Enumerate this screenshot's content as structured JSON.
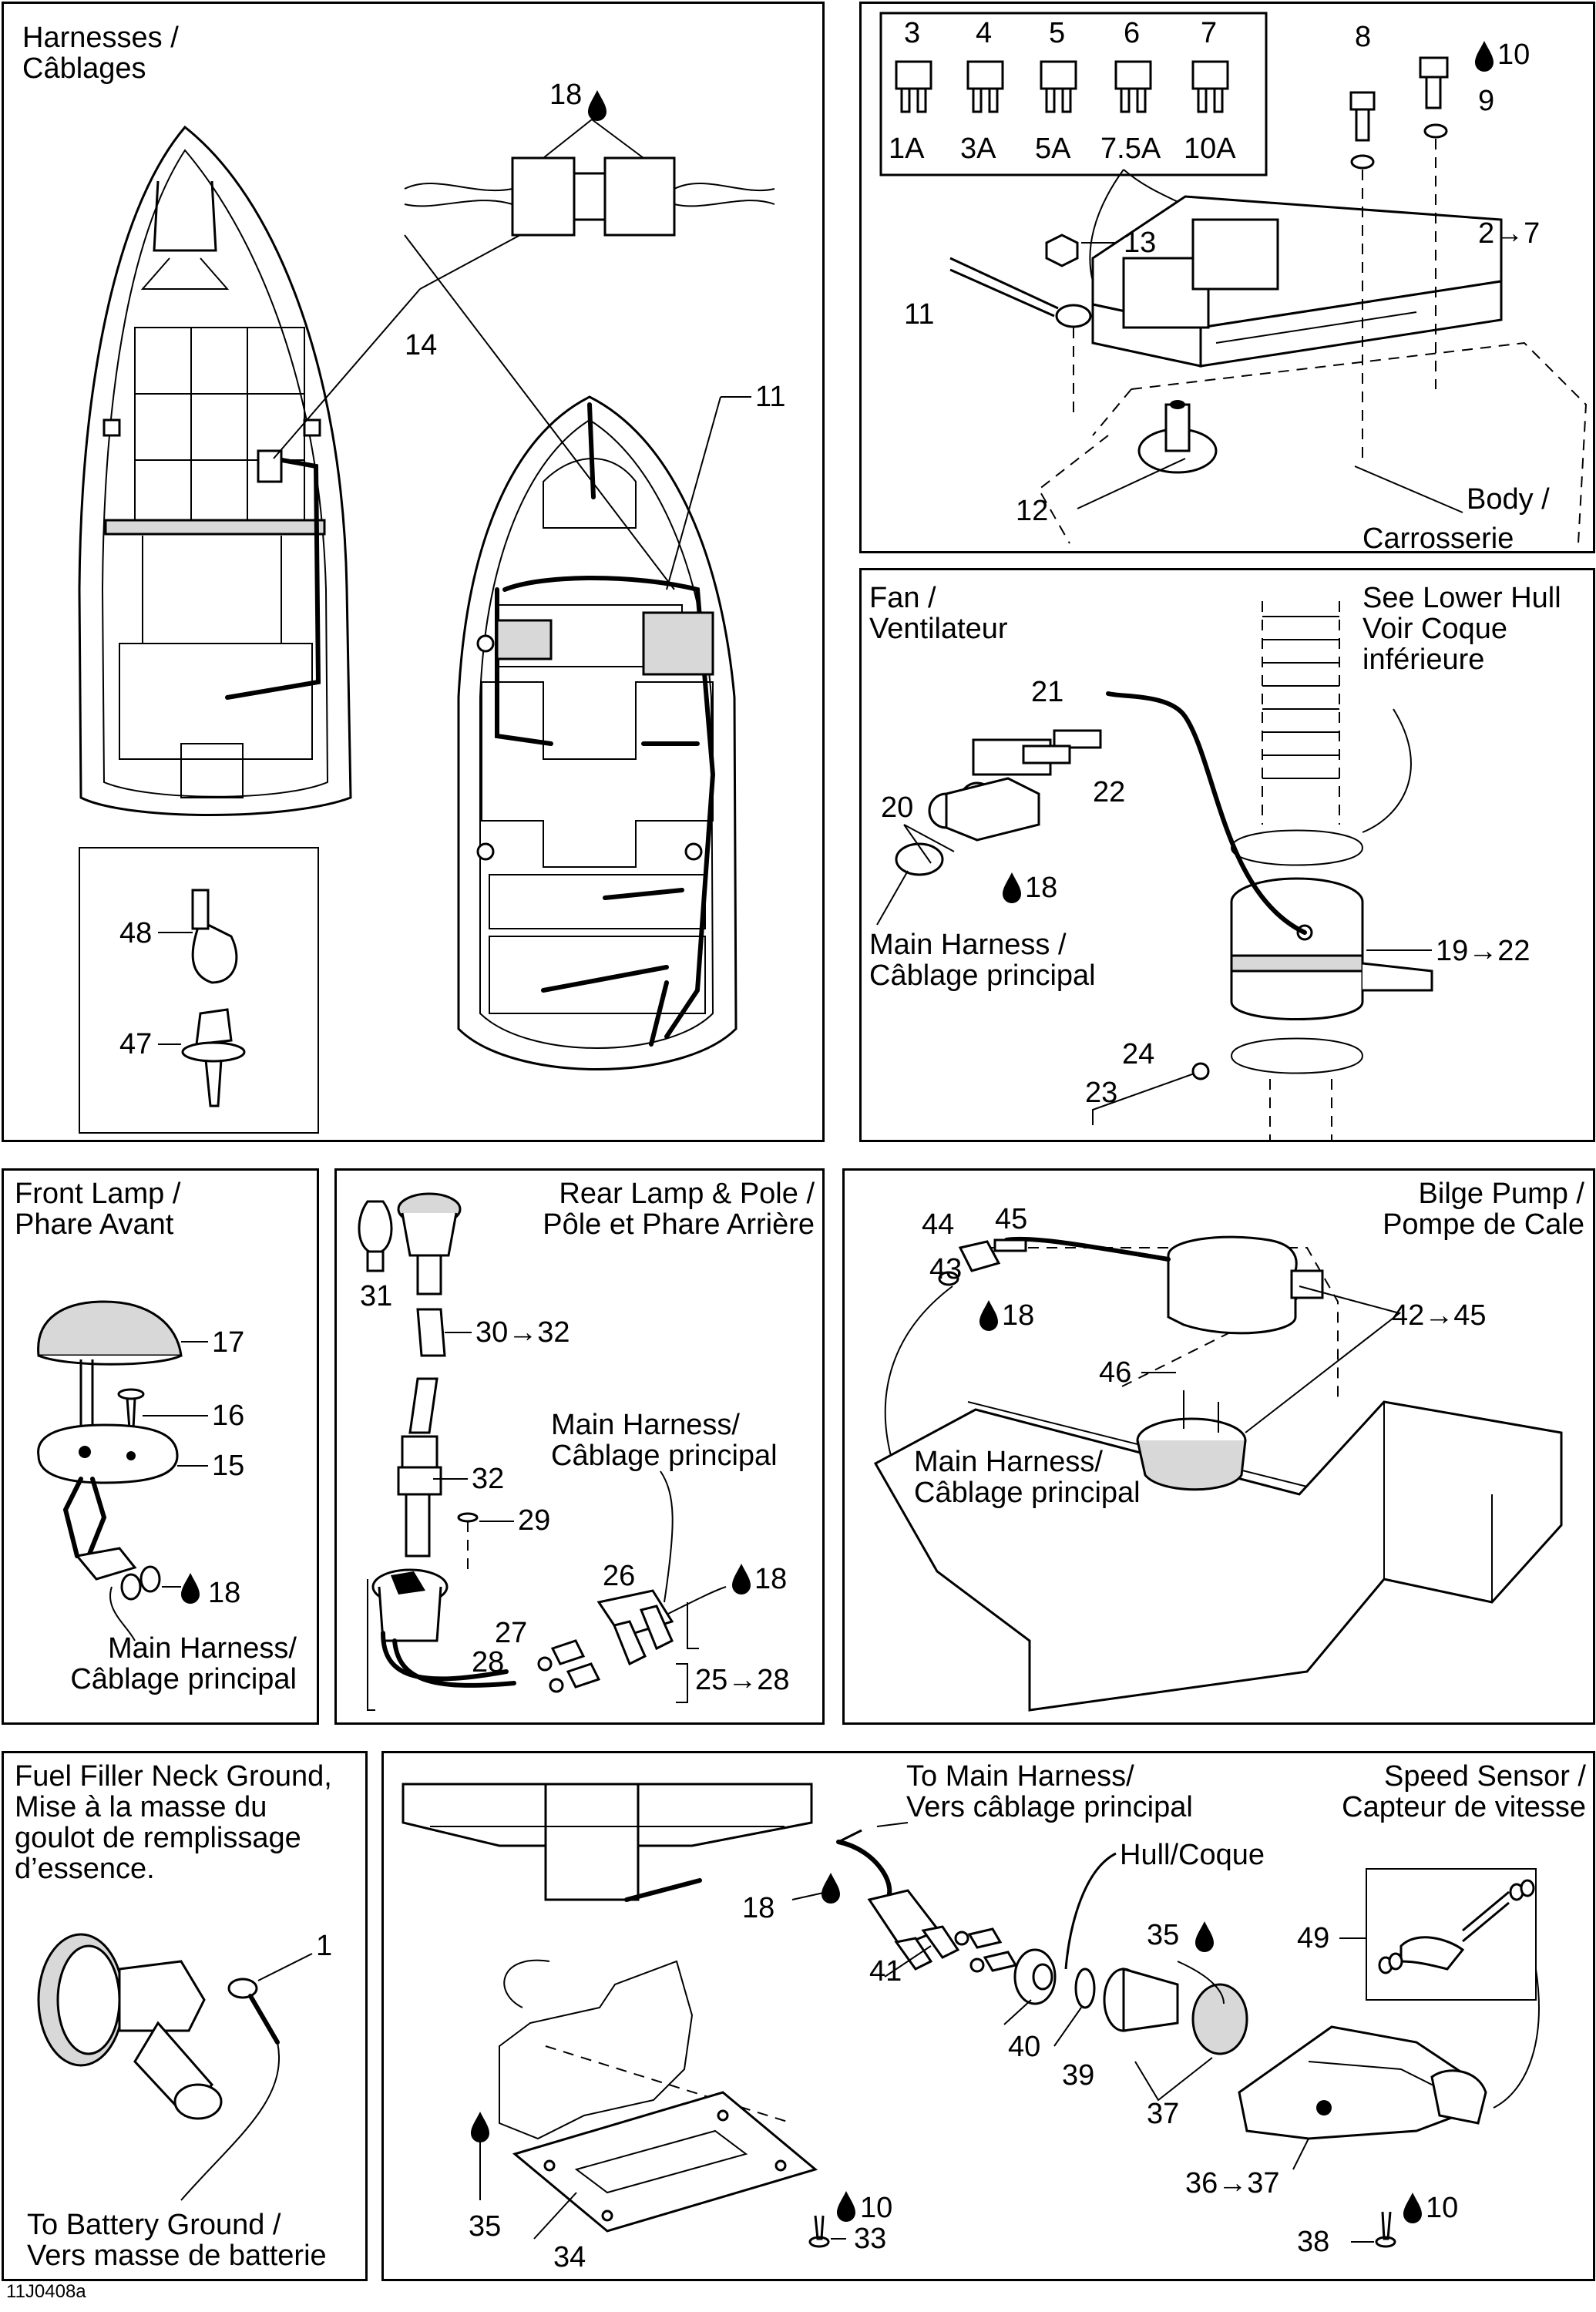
{
  "figure_code": "11J0408a",
  "panels": {
    "harnesses": {
      "title": "Harnesses /\nCâblages",
      "labels": [
        "18",
        "14",
        "11",
        "48",
        "47"
      ]
    },
    "fuses": {
      "fuse_numbers": [
        "3",
        "4",
        "5",
        "6",
        "7"
      ],
      "fuse_ratings": [
        "1A",
        "3A",
        "5A",
        "7.5A",
        "10A"
      ],
      "labels": [
        "8",
        "10",
        "9",
        "13",
        "11",
        "2→7",
        "12"
      ],
      "body_label": "Body /\nCarrosserie"
    },
    "fan": {
      "title": "Fan /\nVentilateur",
      "lower_hull": "See Lower Hull\nVoir Coque\ninférieure",
      "main_harness": "Main Harness /\nCâblage principal",
      "labels": [
        "21",
        "20",
        "22",
        "18",
        "19→22",
        "24",
        "23"
      ]
    },
    "front_lamp": {
      "title": "Front Lamp /\nPhare Avant",
      "main_harness": "Main Harness/\nCâblage principal",
      "labels": [
        "17",
        "16",
        "15",
        "18"
      ]
    },
    "rear_lamp": {
      "title": "Rear Lamp & Pole /\nPôle et Phare Arrière",
      "main_harness": "Main Harness/\nCâblage principal",
      "labels": [
        "31",
        "30→32",
        "32",
        "29",
        "26",
        "18",
        "27",
        "28",
        "25→28"
      ]
    },
    "bilge_pump": {
      "title": "Bilge Pump /\nPompe de Cale",
      "main_harness": "Main Harness/\nCâblage principal",
      "labels": [
        "44",
        "45",
        "43",
        "18",
        "42→45",
        "46"
      ]
    },
    "fuel_filler": {
      "title": "Fuel Filler Neck Ground,\nMise à la masse du\ngoulot de remplissage\nd’essence.",
      "battery_ground": "To Battery Ground /\nVers masse de batterie",
      "labels": [
        "1"
      ]
    },
    "speed_sensor": {
      "title": "Speed Sensor /\nCapteur de vitesse",
      "to_main": "To Main Harness/\nVers câblage principal",
      "hull": "Hull/Coque",
      "labels": [
        "18",
        "41",
        "40",
        "39",
        "35",
        "37",
        "49",
        "36→37",
        "35",
        "34",
        "10",
        "33",
        "10",
        "38"
      ]
    }
  },
  "colors": {
    "line": "#000000",
    "background": "#ffffff",
    "shade": "#d8d8d8"
  }
}
